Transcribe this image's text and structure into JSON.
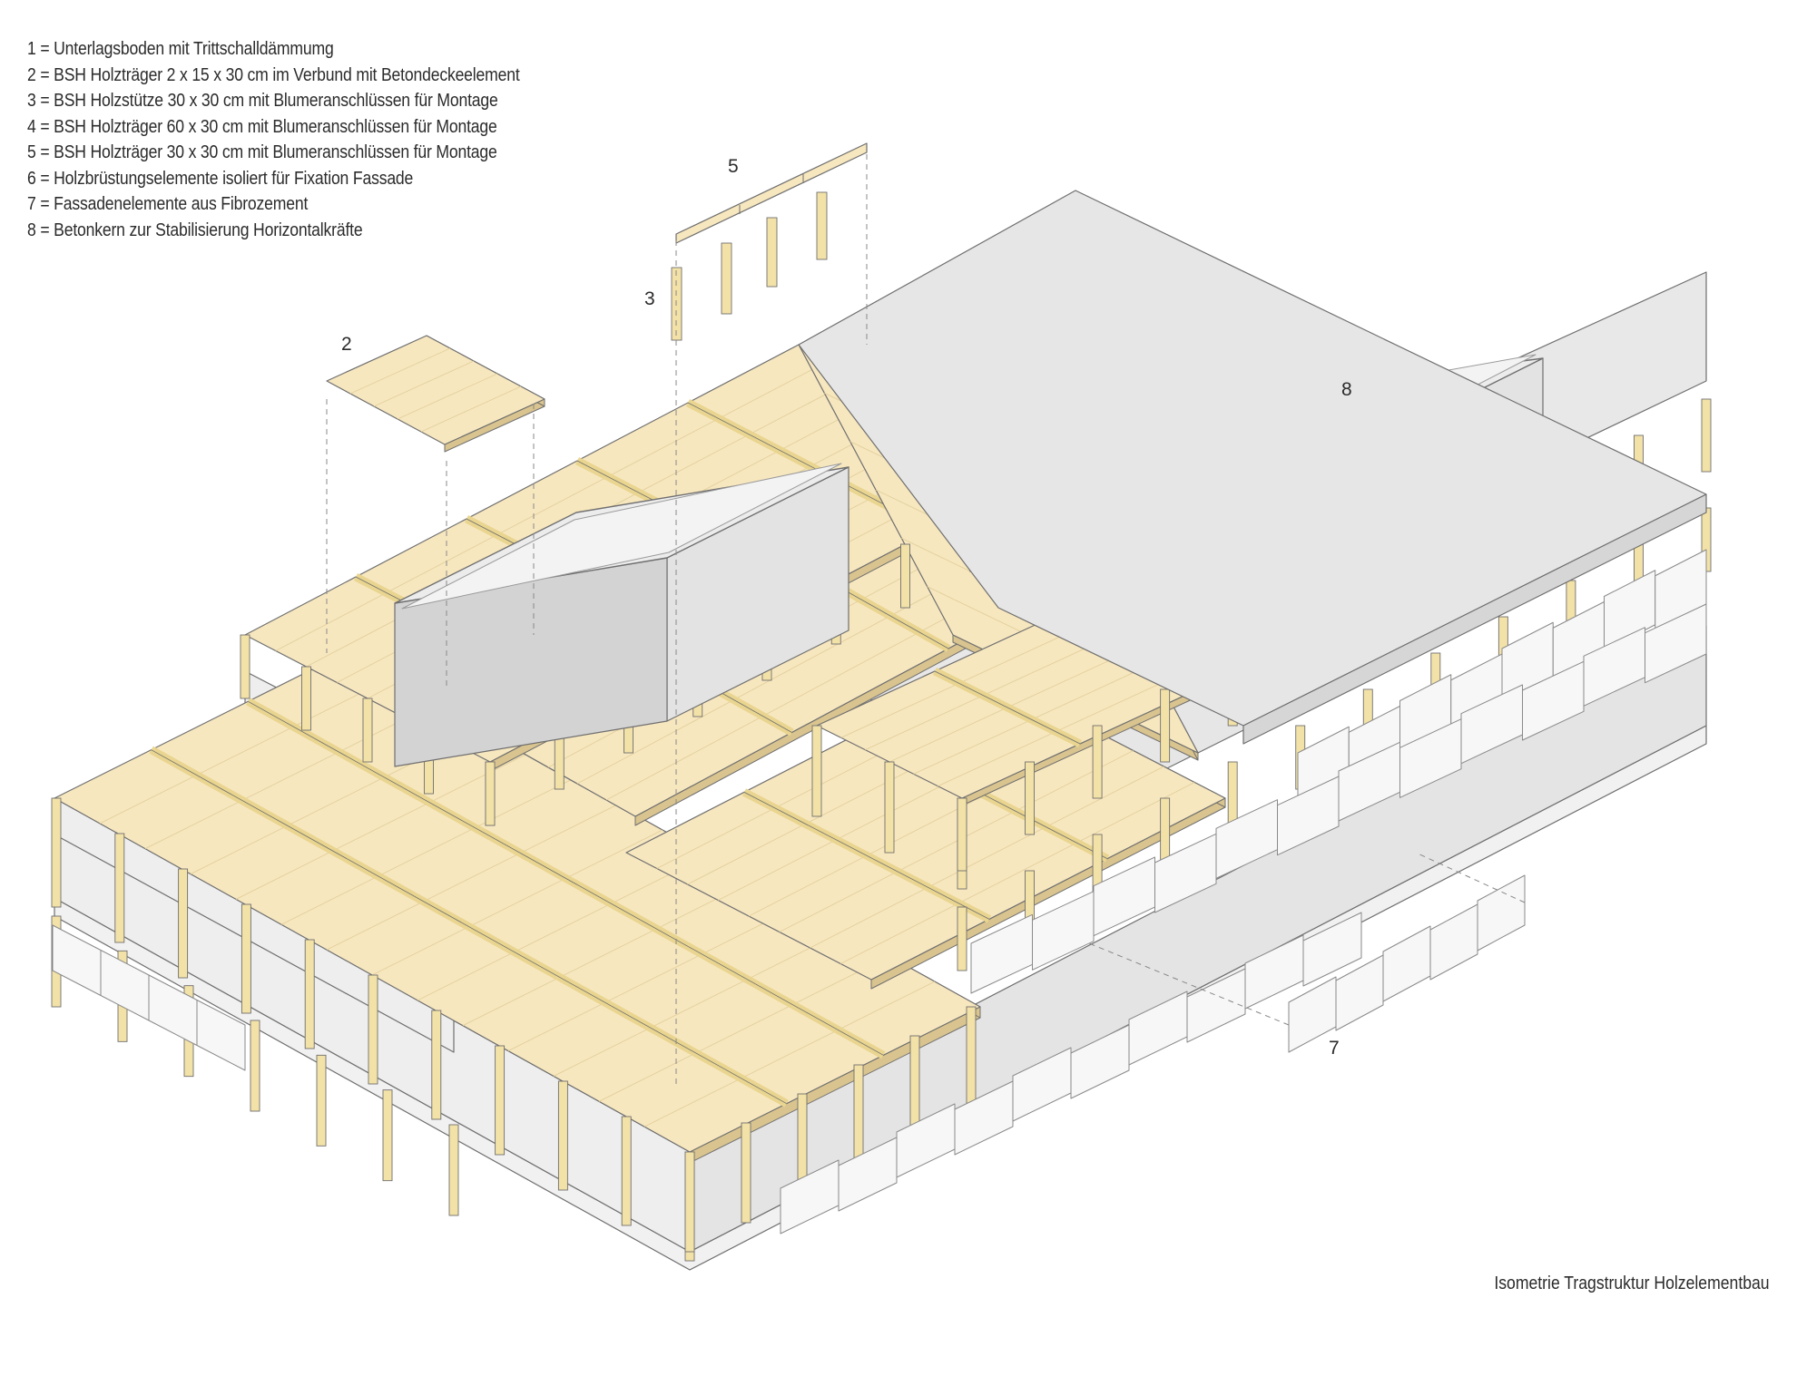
{
  "legend": [
    "1 = Unterlagsboden mit Trittschalldämmumg",
    "2 = BSH Holzträger 2 x 15  x 30 cm im Verbund mit Betondeckeelement",
    "3 = BSH Holzstütze 30 x 30 cm mit Blumeranschlüssen für Montage",
    "4 = BSH Holzträger 60 x 30 cm mit Blumeranschlüssen für Montage",
    "5 = BSH Holzträger 30 x 30 cm mit Blumeranschlüssen für Montage",
    "6 = Holzbrüstungselemente isoliert für Fixation Fassade",
    "7 = Fassadenelemente aus Fibrozement",
    "8 = Betonkern zur Stabilisierung Horizontalkräfte"
  ],
  "callouts": {
    "c2": "2",
    "c3": "3",
    "c5": "5",
    "c7": "7",
    "c8": "8"
  },
  "caption": "Isometrie Tragstruktur Holzelementbau",
  "colors": {
    "timber": "#f7e7bf",
    "timber_plank": "#fbf0d8",
    "timber_edge": "#d9c48f",
    "column": "#f3e2a8",
    "concrete_roof": "#e6e6e6",
    "core": "#d9d9d9",
    "core_inner": "#ececec",
    "facade_panel": "#f7f7f7",
    "wall": "#eeeeee",
    "outline": "#6f6f6f"
  }
}
